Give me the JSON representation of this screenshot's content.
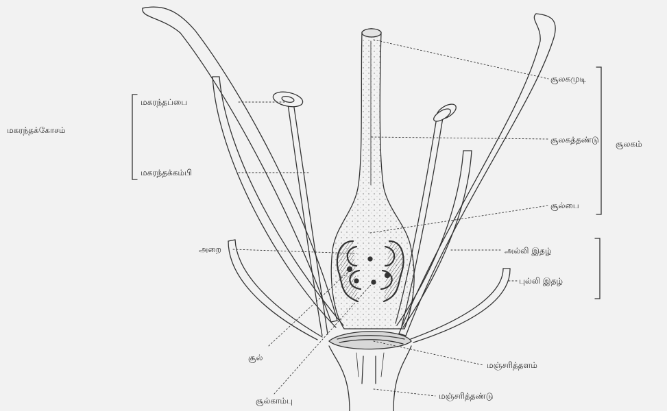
{
  "diagram": {
    "labels": {
      "anther_group": "மகரந்தக்கோசம்",
      "anther": "மகரந்தப்பை",
      "filament": "மகரந்தக்கம்பி",
      "stigma": "சூலகமுடி",
      "style": "சூலகத்தண்டு",
      "ovary": "சூல்பை",
      "pistil": "சூலகம்",
      "locule": "அறை",
      "petal": "அல்லி இதழ்",
      "sepal": "புல்லி இதழ்",
      "ovule": "சூல்",
      "funicle": "சூல்காம்பு",
      "receptacle": "மஞ்சரித்தளம்",
      "pedicel": "மஞ்சரித்தண்டு"
    },
    "colors": {
      "background": "#f2f2f2",
      "ink": "#333333",
      "shade": "#7a7a7a"
    }
  }
}
